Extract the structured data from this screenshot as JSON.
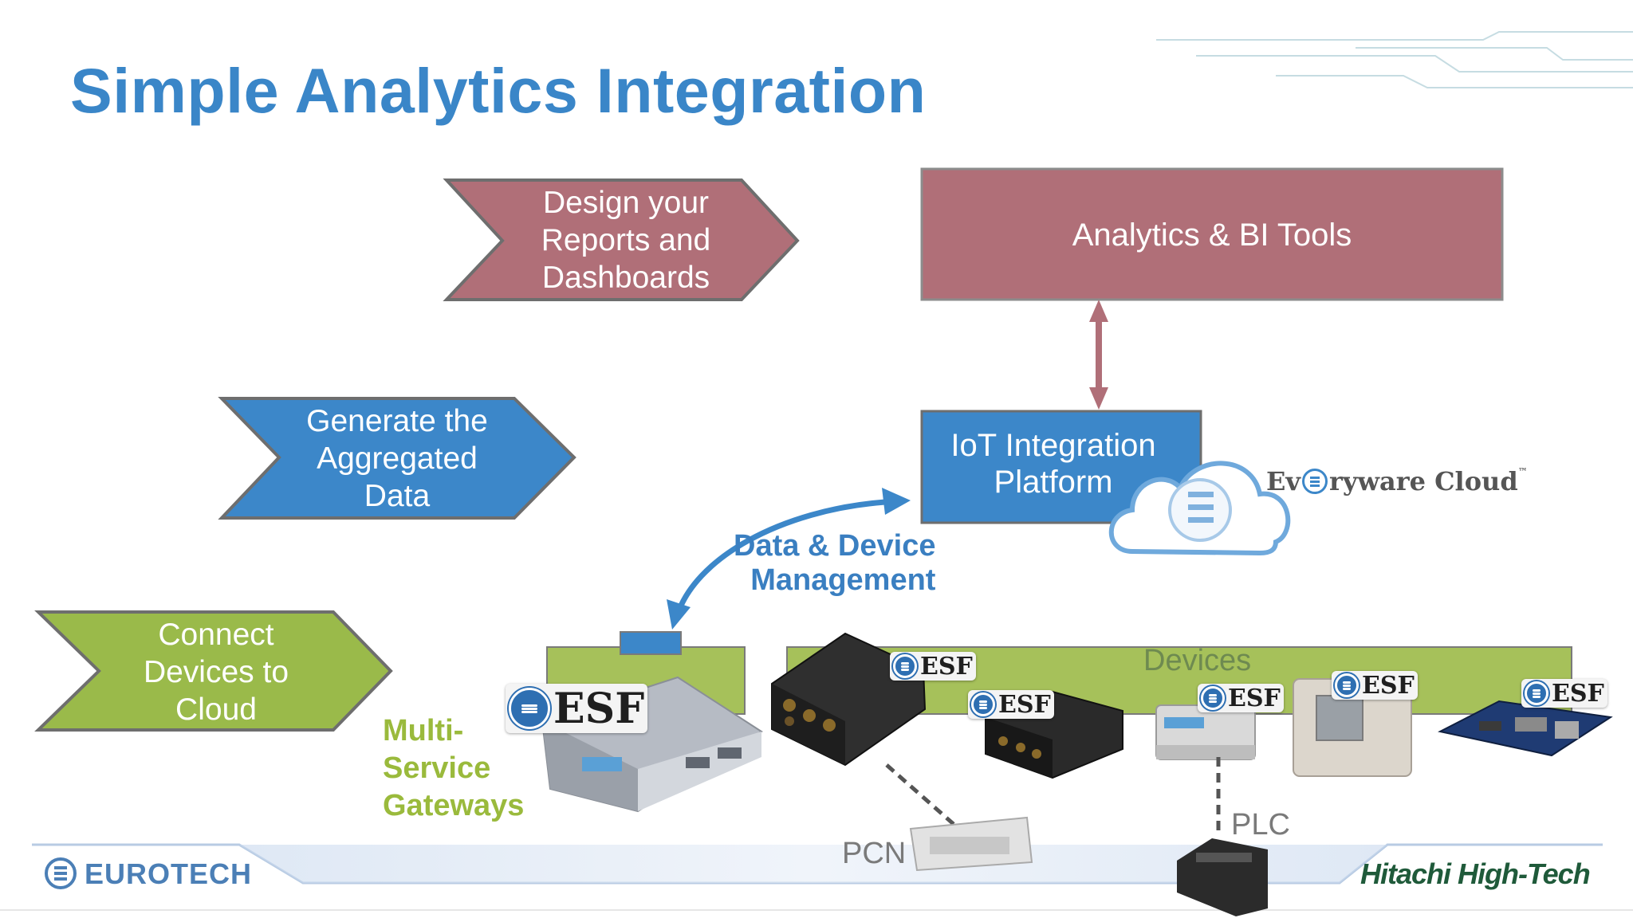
{
  "title": "Simple Analytics Integration",
  "steps": [
    {
      "text": "Design your\nReports and\nDashboards",
      "color": "#b06f78"
    },
    {
      "text": "Generate the\nAggregated\nData",
      "color": "#3c87c9"
    },
    {
      "text": "Connect\nDevices to\nCloud",
      "color": "#9aba4a"
    }
  ],
  "boxes": {
    "analytics": "Analytics & BI Tools",
    "iot_platform": "IoT Integration\nPlatform"
  },
  "cloud_brand": {
    "prefix": "Ev",
    "suffix": "ryware Cloud",
    "tm": "™"
  },
  "flow_label": "Data & Device\nManagement",
  "gateways_label": "Multi-\nService\nGateways",
  "devices_label": "Devices",
  "esf_badge": "ESF",
  "pcn_label": "PCN",
  "plc_label": "PLC",
  "logos": {
    "left": "EUROTECH",
    "right": "Hitachi High-Tech"
  },
  "colors": {
    "accent_blue": "#3c87c9",
    "rose": "#b06f78",
    "green": "#9aba4a",
    "title_blue": "#3a86c8"
  }
}
